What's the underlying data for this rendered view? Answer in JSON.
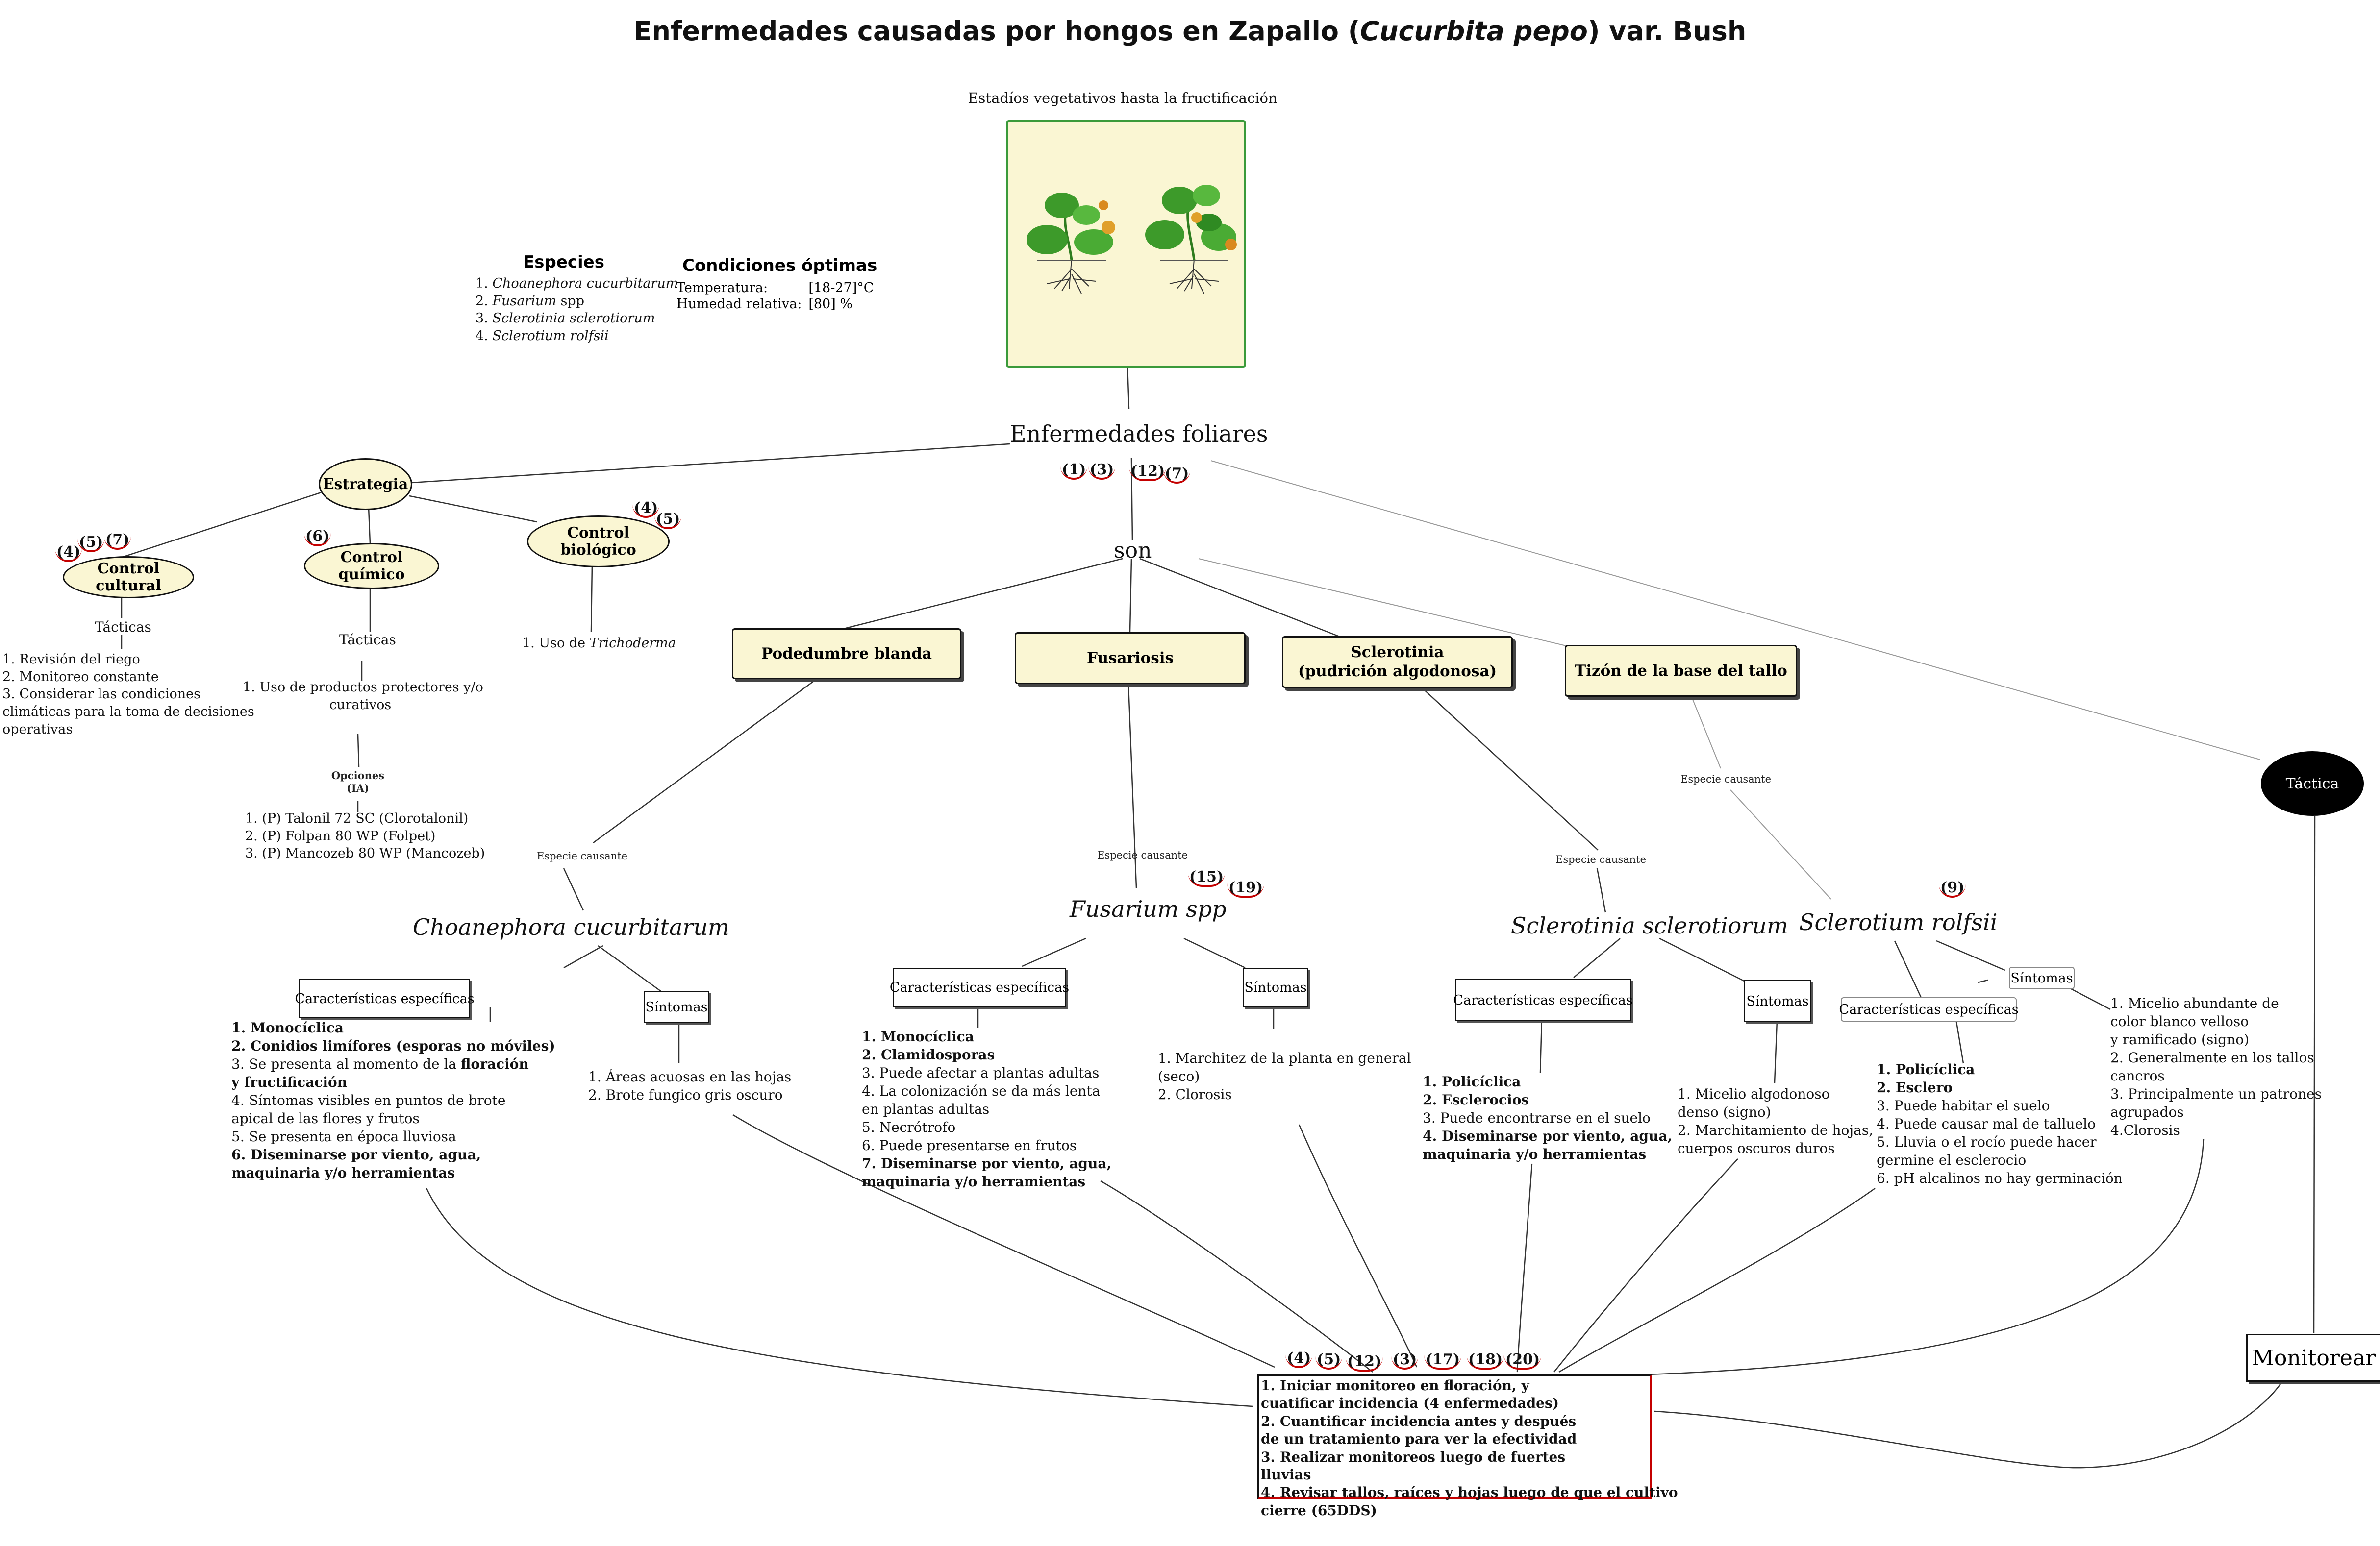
{
  "title_parts": [
    "Enfermedades causadas por hongos en Zapallo (",
    "Cucurbita pepo",
    ") var. Bush"
  ],
  "stages_label": "Estadíos vegetativos hasta la fructificación",
  "species": {
    "heading": "Especies",
    "items": [
      {
        "n": "1.",
        "name": "Choanephora cucurbitarum",
        "suffix": ""
      },
      {
        "n": "2.",
        "name": "Fusarium",
        "suffix": " spp"
      },
      {
        "n": "3.",
        "name": "Sclerotinia sclerotiorum",
        "suffix": ""
      },
      {
        "n": "4.",
        "name": "Sclerotium rolfsii",
        "suffix": ""
      }
    ]
  },
  "conditions": {
    "heading": "Condiciones óptimas",
    "rows": [
      {
        "label": "Temperatura:",
        "value": "[18-27]°C"
      },
      {
        "label": "Humedad relativa:",
        "value": "[80]  %"
      }
    ]
  },
  "root": {
    "label": "Enfermedades foliares",
    "refs": [
      "(1)",
      "(3)",
      "(12)",
      "(7)"
    ]
  },
  "son_label": "son",
  "strategy": {
    "label": "Estrategia",
    "cultural": {
      "label": "Control cultural",
      "refs": [
        "(4)",
        "(5)",
        "(7)"
      ],
      "tactics_label": "Tácticas",
      "items": [
        "1. Revisión del riego",
        "2. Monitoreo constante",
        "3. Considerar las condiciones",
        "climáticas para la toma de decisiones",
        "operativas"
      ]
    },
    "chemical": {
      "label": "Control químico",
      "refs": [
        "(6)"
      ],
      "tactics_label": "Tácticas",
      "tactic_lines": [
        "1. Uso de productos protectores y/o",
        "curativos"
      ],
      "options_label_lines": [
        "Opciones",
        "(IA)"
      ],
      "options": [
        "1. (P) Talonil 72 SC (Clorotalonil)",
        "2. (P) Folpan 80 WP (Folpet)",
        "3.  (P) Mancozeb 80 WP (Mancozeb)"
      ]
    },
    "biological": {
      "label": "Control biológico",
      "refs": [
        "(4)",
        "(5)"
      ],
      "item_prefix": "1. Uso de ",
      "item_italic": "Trichoderma"
    }
  },
  "diseases": [
    {
      "label": "Podedumbre blanda"
    },
    {
      "label": "Fusariosis"
    },
    {
      "label_lines": [
        "Sclerotinia",
        "(pudrición algodonosa)"
      ]
    },
    {
      "label": "Tizón de la base del tallo"
    }
  ],
  "causal_label": "Especie causante",
  "pathogens": [
    {
      "name": "Choanephora cucurbitarum",
      "refs": [],
      "char_label": "Características específicas",
      "char_lines": [
        [
          {
            "t": "1. Monocíclica",
            "b": true
          }
        ],
        [
          {
            "t": "2. Conidios limífores (esporas no móviles)",
            "b": true
          }
        ],
        [
          {
            "t": "3. Se presenta al momento de la ",
            "b": false
          },
          {
            "t": "floración",
            "b": true
          }
        ],
        [
          {
            "t": "y fructificación",
            "b": true
          }
        ],
        [
          {
            "t": "4. Síntomas visibles en puntos de brote",
            "b": false
          }
        ],
        [
          {
            "t": "apical de las flores y frutos",
            "b": false
          }
        ],
        [
          {
            "t": "5. Se presenta en época lluviosa",
            "b": false
          }
        ],
        [
          {
            "t": "6. Diseminarse por viento, agua,",
            "b": true
          }
        ],
        [
          {
            "t": "maquinaria y/o herramientas",
            "b": true
          }
        ]
      ],
      "sym_label": "Síntomas",
      "sym_lines": [
        "1. Áreas acuosas en las hojas",
        "2. Brote fungico gris oscuro"
      ]
    },
    {
      "name": "Fusarium spp",
      "refs": [
        "(15)",
        "(19)"
      ],
      "char_label": "Características específicas",
      "char_lines": [
        [
          {
            "t": "1. Monocíclica",
            "b": true
          }
        ],
        [
          {
            "t": "2. Clamidosporas",
            "b": true
          }
        ],
        [
          {
            "t": "3. Puede afectar a plantas adultas",
            "b": false
          }
        ],
        [
          {
            "t": "4. La colonización se da más lenta",
            "b": false
          }
        ],
        [
          {
            "t": "en plantas adultas",
            "b": false
          }
        ],
        [
          {
            "t": "5. Necrótrofo",
            "b": false
          }
        ],
        [
          {
            "t": "6. Puede presentarse en frutos",
            "b": false
          }
        ],
        [
          {
            "t": "7. Diseminarse por viento, agua,",
            "b": true
          }
        ],
        [
          {
            "t": "maquinaria y/o herramientas",
            "b": true
          }
        ]
      ],
      "sym_label": "Síntomas",
      "sym_lines": [
        "1. Marchitez de la planta  en general",
        "(seco)",
        "2. Clorosis"
      ]
    },
    {
      "name": "Sclerotinia sclerotiorum",
      "refs": [],
      "char_label": "Características específicas",
      "char_lines": [
        [
          {
            "t": "1. Policíclica",
            "b": true
          }
        ],
        [
          {
            "t": "2. Esclerocios",
            "b": true
          }
        ],
        [
          {
            "t": "3. Puede encontrarse en el suelo",
            "b": false
          }
        ],
        [
          {
            "t": "4. Diseminarse por viento, agua,",
            "b": true
          }
        ],
        [
          {
            "t": "maquinaria y/o herramientas",
            "b": true
          }
        ]
      ],
      "sym_label": "Síntomas",
      "sym_lines": [
        "1. Micelio algodonoso",
        "denso (signo)",
        "2. Marchitamiento de hojas,",
        "cuerpos oscuros duros"
      ]
    },
    {
      "name": "Sclerotium rolfsii",
      "refs": [
        "(9)"
      ],
      "char_label": "Características específicas",
      "char_lines": [
        [
          {
            "t": "1. Policíclica",
            "b": true
          }
        ],
        [
          {
            "t": "2. Esclero",
            "b": true
          }
        ],
        [
          {
            "t": "3. Puede habitar el suelo",
            "b": false
          }
        ],
        [
          {
            "t": "4. Puede causar mal de talluelo",
            "b": false
          }
        ],
        [
          {
            "t": "5. Lluvia o el rocío puede hacer",
            "b": false
          }
        ],
        [
          {
            "t": "germine el esclerocio",
            "b": false
          }
        ],
        [
          {
            "t": "6. pH alcalinos no hay germinación",
            "b": false
          }
        ]
      ],
      "sym_label": "Síntomas",
      "sym_lines": [
        "1. Micelio abundante de",
        "color blanco velloso",
        "y ramificado (signo)",
        "2. Generalmente en los tallos",
        "cancros",
        "3. Principalmente un patrones",
        "agrupados",
        "4.Clorosis"
      ]
    }
  ],
  "tactic_node": "Táctica",
  "monitor_node": "Monitorear",
  "monitoring": {
    "refs": [
      "(4)",
      "(5)",
      "(12)",
      "(3)",
      "(17)",
      "(18)",
      "(20)"
    ],
    "lines": [
      "1. Iniciar monitoreo en floración, y",
      "cuatificar incidencia (4 enfermedades)",
      "2. Cuantificar incidencia antes y después",
      "de un tratamiento para ver la efectividad",
      "3. Realizar monitoreos luego de fuertes",
      "lluvias",
      "4. Revisar tallos, raíces y hojas luego de que el cultivo",
      "cierre (65DDS)"
    ]
  },
  "colors": {
    "node_fill": "#faf6d3",
    "plant_frame": "#3a9a3a",
    "ref_underline": "#c40000",
    "tactic_fill": "#000000"
  }
}
